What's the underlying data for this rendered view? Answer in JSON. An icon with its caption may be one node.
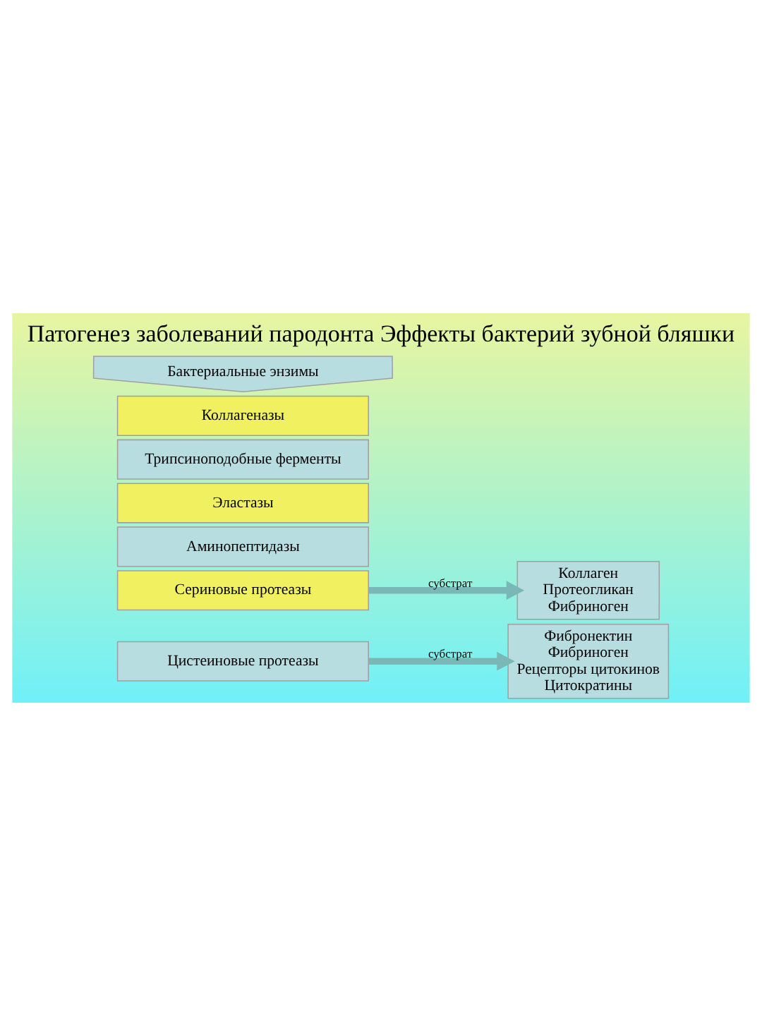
{
  "diagram": {
    "title": "Патогенез заболеваний пародонта Эффекты бактерий зубной бляшки",
    "nodes": [
      {
        "text": [
          "Бактериальные энзимы"
        ]
      },
      {
        "text": [
          "Коллагеназы"
        ]
      },
      {
        "text": [
          "Трипсиноподобные ферменты"
        ]
      },
      {
        "text": [
          "Эластазы"
        ]
      },
      {
        "text": [
          "Аминопептидазы"
        ]
      },
      {
        "text": [
          "Сериновые протеазы"
        ]
      },
      {
        "text": [
          "Цистеиновые протеазы"
        ]
      },
      {
        "text": [
          "Коллаген",
          "Протеогликан",
          "Фибриноген"
        ]
      },
      {
        "text": [
          "Фибронектин",
          "Фибриноген",
          "Рецепторы цитокинов",
          "Цитократины"
        ]
      }
    ],
    "edges": [
      {
        "from": 5,
        "to": 7,
        "arrow": "to",
        "label": "субстрат"
      },
      {
        "from": 6,
        "to": 8,
        "arrow": "to",
        "label": "субстрат"
      }
    ]
  }
}
